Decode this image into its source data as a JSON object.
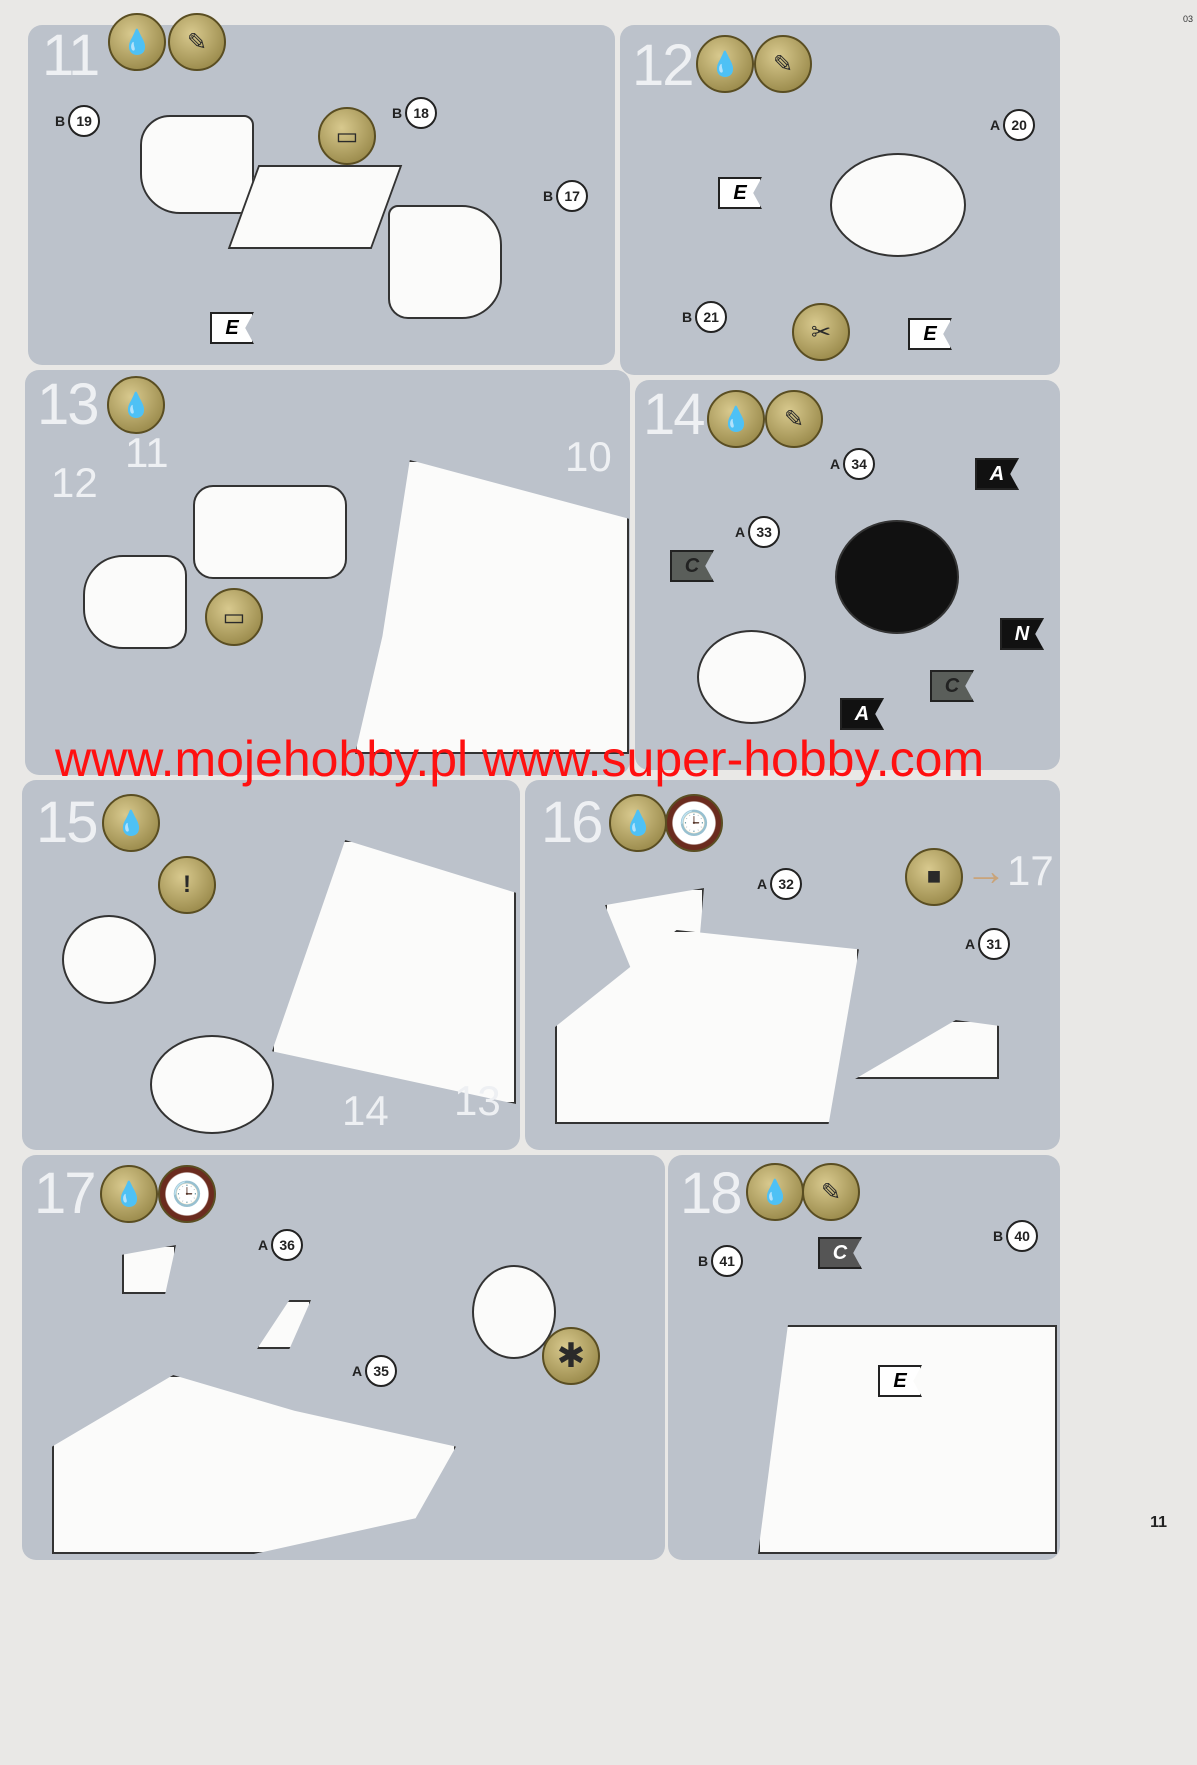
{
  "page": {
    "number": "11",
    "corner_code": "03"
  },
  "watermark": "www.mojehobby.pl www.super-hobby.com",
  "steps": [
    {
      "number": "11",
      "labels": [
        {
          "letter": "B",
          "num": "19"
        },
        {
          "letter": "B",
          "num": "18"
        },
        {
          "letter": "B",
          "num": "17"
        }
      ],
      "flags": [
        "E"
      ]
    },
    {
      "number": "12",
      "labels": [
        {
          "letter": "A",
          "num": "20"
        },
        {
          "letter": "B",
          "num": "21"
        }
      ],
      "flags": [
        "E",
        "E"
      ]
    },
    {
      "number": "13",
      "callouts": [
        "12",
        "11",
        "10"
      ]
    },
    {
      "number": "14",
      "labels": [
        {
          "letter": "A",
          "num": "34"
        },
        {
          "letter": "A",
          "num": "33"
        }
      ],
      "flags": [
        "A",
        "C",
        "N",
        "C",
        "A"
      ]
    },
    {
      "number": "15",
      "callouts": [
        "14",
        "13"
      ]
    },
    {
      "number": "16",
      "labels": [
        {
          "letter": "A",
          "num": "32"
        },
        {
          "letter": "A",
          "num": "31"
        }
      ],
      "goto": "17"
    },
    {
      "number": "17",
      "labels": [
        {
          "letter": "A",
          "num": "36"
        },
        {
          "letter": "A",
          "num": "35"
        }
      ]
    },
    {
      "number": "18",
      "labels": [
        {
          "letter": "B",
          "num": "41"
        },
        {
          "letter": "B",
          "num": "40"
        }
      ],
      "flags": [
        "C",
        "E"
      ]
    }
  ]
}
